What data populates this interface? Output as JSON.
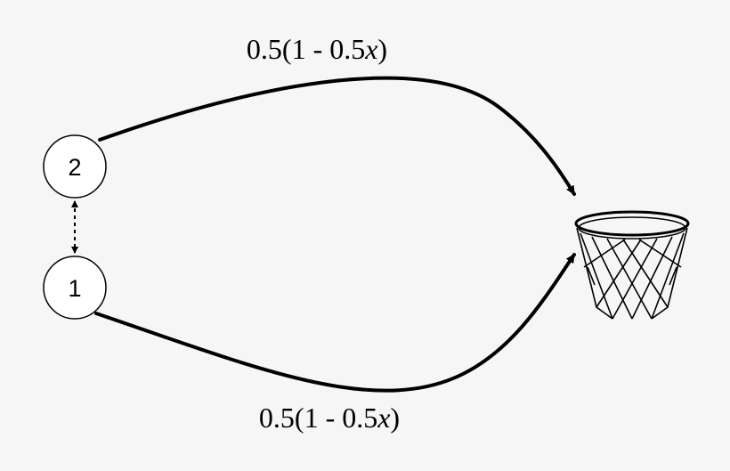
{
  "nodes": [
    {
      "id": "2",
      "label": "2"
    },
    {
      "id": "1",
      "label": "1"
    }
  ],
  "edges": [
    {
      "from": "2",
      "to": "basket",
      "label": {
        "before": "0.5(1 - 0.5",
        "variable": "x",
        "after": ")"
      }
    },
    {
      "from": "1",
      "to": "basket",
      "label": {
        "before": "0.5(1 - 0.5",
        "variable": "x",
        "after": ")"
      }
    }
  ],
  "link": {
    "between": [
      "2",
      "1"
    ],
    "style": "dashed",
    "direction": "both"
  },
  "target": {
    "icon": "basketball-hoop-icon"
  }
}
